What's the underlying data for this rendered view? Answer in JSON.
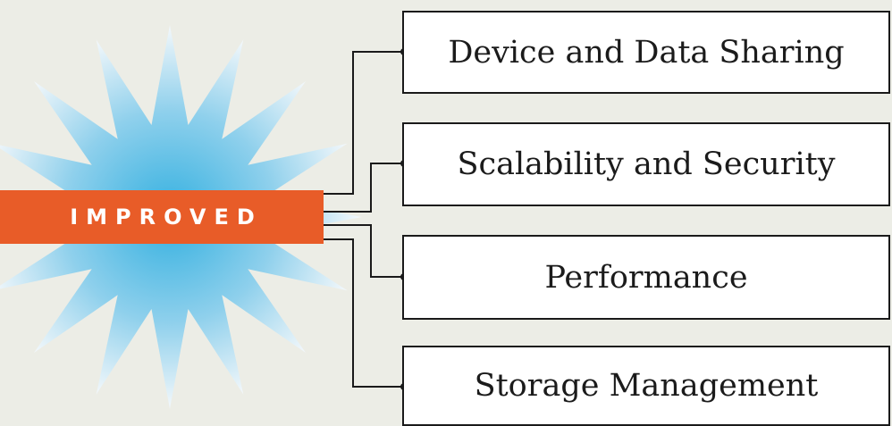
{
  "center_label": "IMPROVED",
  "items": [
    {
      "label": "Device and Data Sharing"
    },
    {
      "label": "Scalability and Security"
    },
    {
      "label": "Performance"
    },
    {
      "label": "Storage Management"
    }
  ],
  "colors": {
    "background": "#ecede6",
    "badge": "#e85c28",
    "star_center": "#33b0e0",
    "star_edge": "#f4f8fb",
    "line": "#1a1a1a",
    "box_fill": "#ffffff"
  }
}
